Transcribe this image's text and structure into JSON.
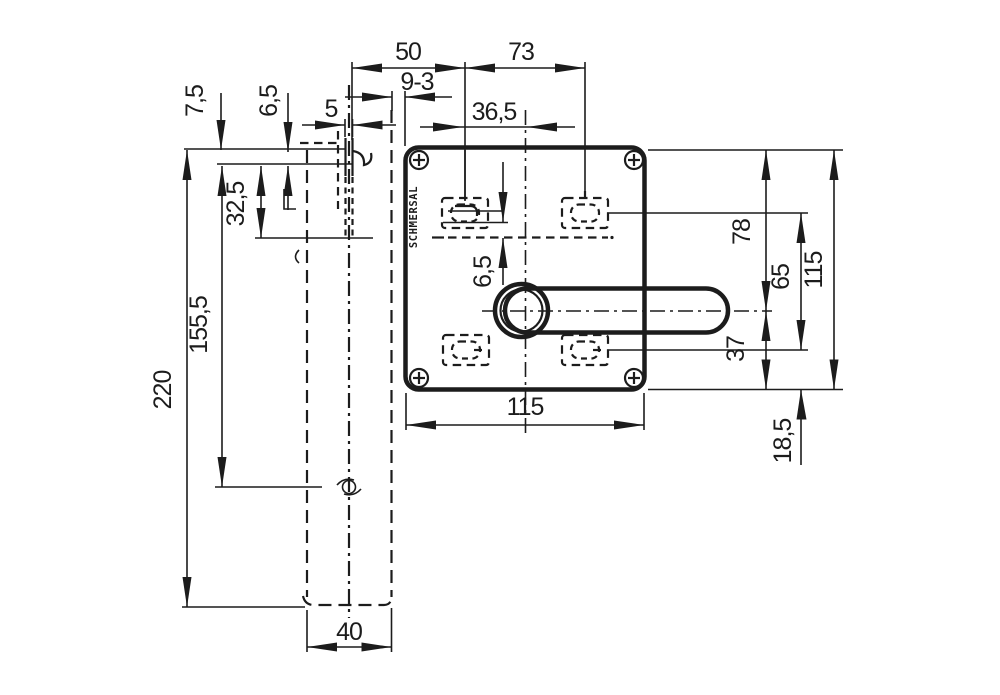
{
  "drawing": {
    "title": "safety-switch-dimension-drawing",
    "brand": "SCHMERSAL",
    "colors": {
      "line": "#1c1c1c",
      "handle_fill": "#d2d2d2",
      "background": "#ffffff"
    },
    "labels": {
      "top": [
        "50",
        "73",
        "9-3",
        "5",
        "36,5"
      ],
      "left": [
        "7,5",
        "6,5",
        "32,5",
        "155,5",
        "220"
      ],
      "right": [
        "78",
        "65",
        "115",
        "37",
        "18,5"
      ],
      "bottom": [
        "115",
        "40"
      ],
      "inner": [
        "6,5"
      ]
    }
  }
}
